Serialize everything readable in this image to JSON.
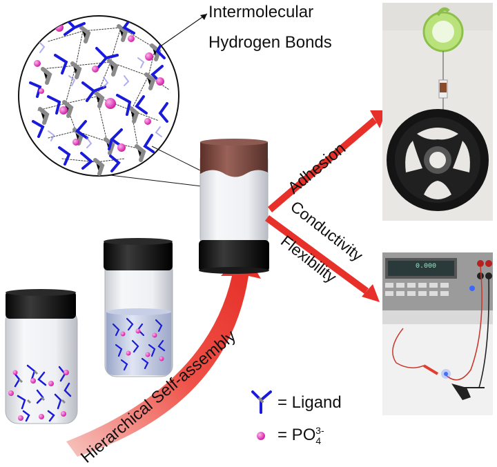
{
  "title_line1": "Intermolecular",
  "title_line2": "Hydrogen Bonds",
  "adhesion": "Adhesion",
  "conductivity": "Conductivity",
  "flexibility": "Flexibility",
  "self_assembly": "Hierarchical Self-assembly",
  "legend": {
    "ligand_label": "= Ligand",
    "po4_prefix": "= PO",
    "po4_sub": "4",
    "po4_sup": "3-"
  },
  "meter_readout": "0.000",
  "colors": {
    "ligand_blue": "#1a1adb",
    "phosphate_magenta": "#e040c0",
    "arrow_red": "#e8302a",
    "gel_brown": "#7a4a40",
    "cap_black": "#111111"
  }
}
